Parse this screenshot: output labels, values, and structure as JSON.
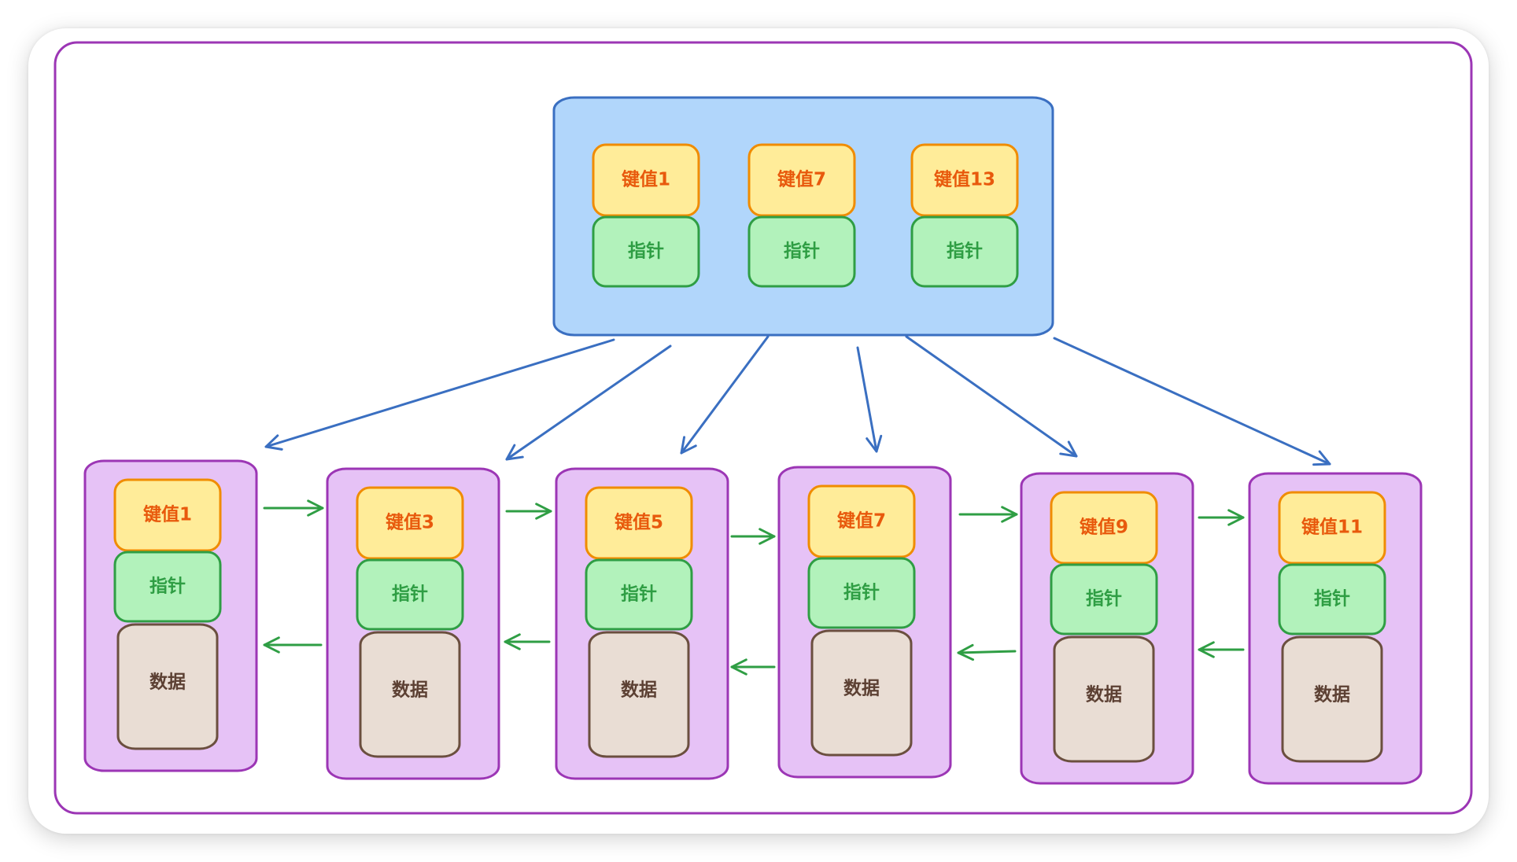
{
  "colors": {
    "frame": "#9c36b5",
    "root_fill": "#b1d6fb",
    "root_stroke": "#3a6fc1",
    "leaf_fill": "#e6c2f6",
    "leaf_stroke": "#9c36b5",
    "key_fill": "#ffec99",
    "key_stroke": "#f08c00",
    "key_text": "#e8590c",
    "ptr_fill": "#b2f2bb",
    "ptr_stroke": "#2f9e44",
    "ptr_text": "#2f9e44",
    "data_fill": "#e9ddd4",
    "data_stroke": "#6b4f3f",
    "data_text": "#5c4033",
    "tree_arrow": "#3a6fc1",
    "link_arrow": "#2f9e44"
  },
  "root": {
    "entries": [
      {
        "key": "键值1",
        "pointer": "指针"
      },
      {
        "key": "键值7",
        "pointer": "指针"
      },
      {
        "key": "键值13",
        "pointer": "指针"
      }
    ]
  },
  "leaves": [
    {
      "key": "键值1",
      "pointer": "指针",
      "data": "数据"
    },
    {
      "key": "键值3",
      "pointer": "指针",
      "data": "数据"
    },
    {
      "key": "键值5",
      "pointer": "指针",
      "data": "数据"
    },
    {
      "key": "键值7",
      "pointer": "指针",
      "data": "数据"
    },
    {
      "key": "键值9",
      "pointer": "指针",
      "data": "数据"
    },
    {
      "key": "键值11",
      "pointer": "指针",
      "data": "数据"
    }
  ]
}
